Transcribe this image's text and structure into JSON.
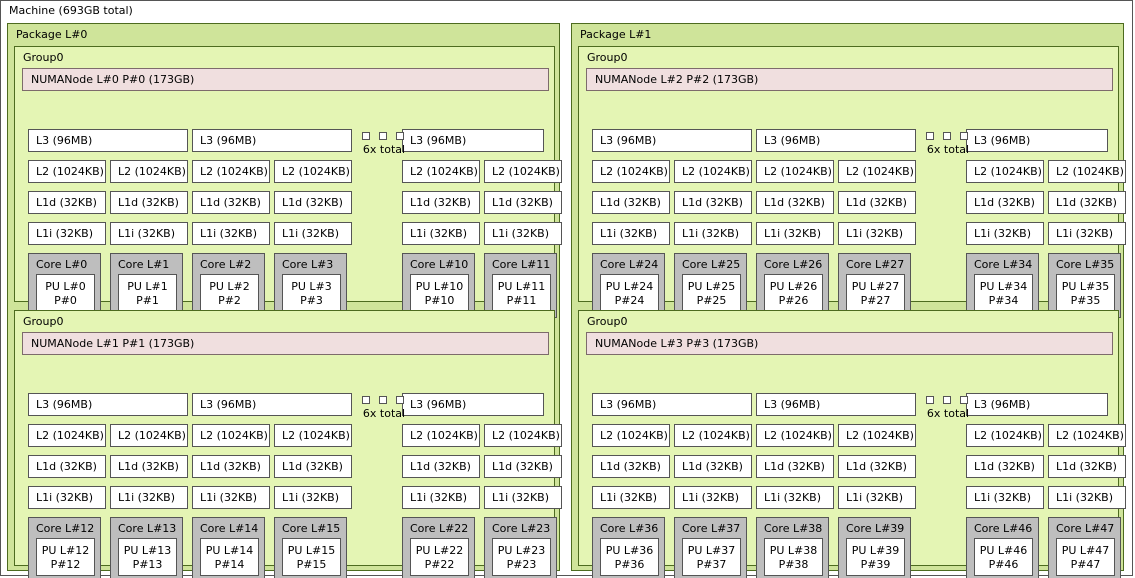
{
  "machine": {
    "label": "Machine (693GB total)"
  },
  "ellipsis": {
    "squares": 3,
    "total_label": "6x total"
  },
  "colors": {
    "package_bg": "#cfe49a",
    "group_bg": "#e4f5b4",
    "numanode_bg": "#f0dfdf",
    "core_bg": "#bebebe",
    "cache_bg": "#ffffff",
    "border": "#555555",
    "green_border": "#4d6b1f"
  },
  "packages": [
    {
      "label": "Package L#0",
      "groups": [
        {
          "label": "Group0",
          "numanode": "NUMANode L#0 P#0 (173GB)",
          "l3": [
            "L3 (96MB)",
            "L3 (96MB)",
            "L3 (96MB)"
          ],
          "l2": [
            "L2 (1024KB)",
            "L2 (1024KB)",
            "L2 (1024KB)",
            "L2 (1024KB)",
            "L2 (1024KB)",
            "L2 (1024KB)"
          ],
          "l1d": [
            "L1d (32KB)",
            "L1d (32KB)",
            "L1d (32KB)",
            "L1d (32KB)",
            "L1d (32KB)",
            "L1d (32KB)"
          ],
          "l1i": [
            "L1i (32KB)",
            "L1i (32KB)",
            "L1i (32KB)",
            "L1i (32KB)",
            "L1i (32KB)",
            "L1i (32KB)"
          ],
          "cores": [
            {
              "label": "Core L#0",
              "pu_l": "PU L#0",
              "pu_p": "P#0"
            },
            {
              "label": "Core L#1",
              "pu_l": "PU L#1",
              "pu_p": "P#1"
            },
            {
              "label": "Core L#2",
              "pu_l": "PU L#2",
              "pu_p": "P#2"
            },
            {
              "label": "Core L#3",
              "pu_l": "PU L#3",
              "pu_p": "P#3"
            },
            {
              "label": "Core L#10",
              "pu_l": "PU L#10",
              "pu_p": "P#10"
            },
            {
              "label": "Core L#11",
              "pu_l": "PU L#11",
              "pu_p": "P#11"
            }
          ]
        },
        {
          "label": "Group0",
          "numanode": "NUMANode L#1 P#1 (173GB)",
          "l3": [
            "L3 (96MB)",
            "L3 (96MB)",
            "L3 (96MB)"
          ],
          "l2": [
            "L2 (1024KB)",
            "L2 (1024KB)",
            "L2 (1024KB)",
            "L2 (1024KB)",
            "L2 (1024KB)",
            "L2 (1024KB)"
          ],
          "l1d": [
            "L1d (32KB)",
            "L1d (32KB)",
            "L1d (32KB)",
            "L1d (32KB)",
            "L1d (32KB)",
            "L1d (32KB)"
          ],
          "l1i": [
            "L1i (32KB)",
            "L1i (32KB)",
            "L1i (32KB)",
            "L1i (32KB)",
            "L1i (32KB)",
            "L1i (32KB)"
          ],
          "cores": [
            {
              "label": "Core L#12",
              "pu_l": "PU L#12",
              "pu_p": "P#12"
            },
            {
              "label": "Core L#13",
              "pu_l": "PU L#13",
              "pu_p": "P#13"
            },
            {
              "label": "Core L#14",
              "pu_l": "PU L#14",
              "pu_p": "P#14"
            },
            {
              "label": "Core L#15",
              "pu_l": "PU L#15",
              "pu_p": "P#15"
            },
            {
              "label": "Core L#22",
              "pu_l": "PU L#22",
              "pu_p": "P#22"
            },
            {
              "label": "Core L#23",
              "pu_l": "PU L#23",
              "pu_p": "P#23"
            }
          ]
        }
      ]
    },
    {
      "label": "Package L#1",
      "groups": [
        {
          "label": "Group0",
          "numanode": "NUMANode L#2 P#2 (173GB)",
          "l3": [
            "L3 (96MB)",
            "L3 (96MB)",
            "L3 (96MB)"
          ],
          "l2": [
            "L2 (1024KB)",
            "L2 (1024KB)",
            "L2 (1024KB)",
            "L2 (1024KB)",
            "L2 (1024KB)",
            "L2 (1024KB)"
          ],
          "l1d": [
            "L1d (32KB)",
            "L1d (32KB)",
            "L1d (32KB)",
            "L1d (32KB)",
            "L1d (32KB)",
            "L1d (32KB)"
          ],
          "l1i": [
            "L1i (32KB)",
            "L1i (32KB)",
            "L1i (32KB)",
            "L1i (32KB)",
            "L1i (32KB)",
            "L1i (32KB)"
          ],
          "cores": [
            {
              "label": "Core L#24",
              "pu_l": "PU L#24",
              "pu_p": "P#24"
            },
            {
              "label": "Core L#25",
              "pu_l": "PU L#25",
              "pu_p": "P#25"
            },
            {
              "label": "Core L#26",
              "pu_l": "PU L#26",
              "pu_p": "P#26"
            },
            {
              "label": "Core L#27",
              "pu_l": "PU L#27",
              "pu_p": "P#27"
            },
            {
              "label": "Core L#34",
              "pu_l": "PU L#34",
              "pu_p": "P#34"
            },
            {
              "label": "Core L#35",
              "pu_l": "PU L#35",
              "pu_p": "P#35"
            }
          ]
        },
        {
          "label": "Group0",
          "numanode": "NUMANode L#3 P#3 (173GB)",
          "l3": [
            "L3 (96MB)",
            "L3 (96MB)",
            "L3 (96MB)"
          ],
          "l2": [
            "L2 (1024KB)",
            "L2 (1024KB)",
            "L2 (1024KB)",
            "L2 (1024KB)",
            "L2 (1024KB)",
            "L2 (1024KB)"
          ],
          "l1d": [
            "L1d (32KB)",
            "L1d (32KB)",
            "L1d (32KB)",
            "L1d (32KB)",
            "L1d (32KB)",
            "L1d (32KB)"
          ],
          "l1i": [
            "L1i (32KB)",
            "L1i (32KB)",
            "L1i (32KB)",
            "L1i (32KB)",
            "L1i (32KB)",
            "L1i (32KB)"
          ],
          "cores": [
            {
              "label": "Core L#36",
              "pu_l": "PU L#36",
              "pu_p": "P#36"
            },
            {
              "label": "Core L#37",
              "pu_l": "PU L#37",
              "pu_p": "P#37"
            },
            {
              "label": "Core L#38",
              "pu_l": "PU L#38",
              "pu_p": "P#38"
            },
            {
              "label": "Core L#39",
              "pu_l": "PU L#39",
              "pu_p": "P#39"
            },
            {
              "label": "Core L#46",
              "pu_l": "PU L#46",
              "pu_p": "P#46"
            },
            {
              "label": "Core L#47",
              "pu_l": "PU L#47",
              "pu_p": "P#47"
            }
          ]
        }
      ]
    }
  ]
}
